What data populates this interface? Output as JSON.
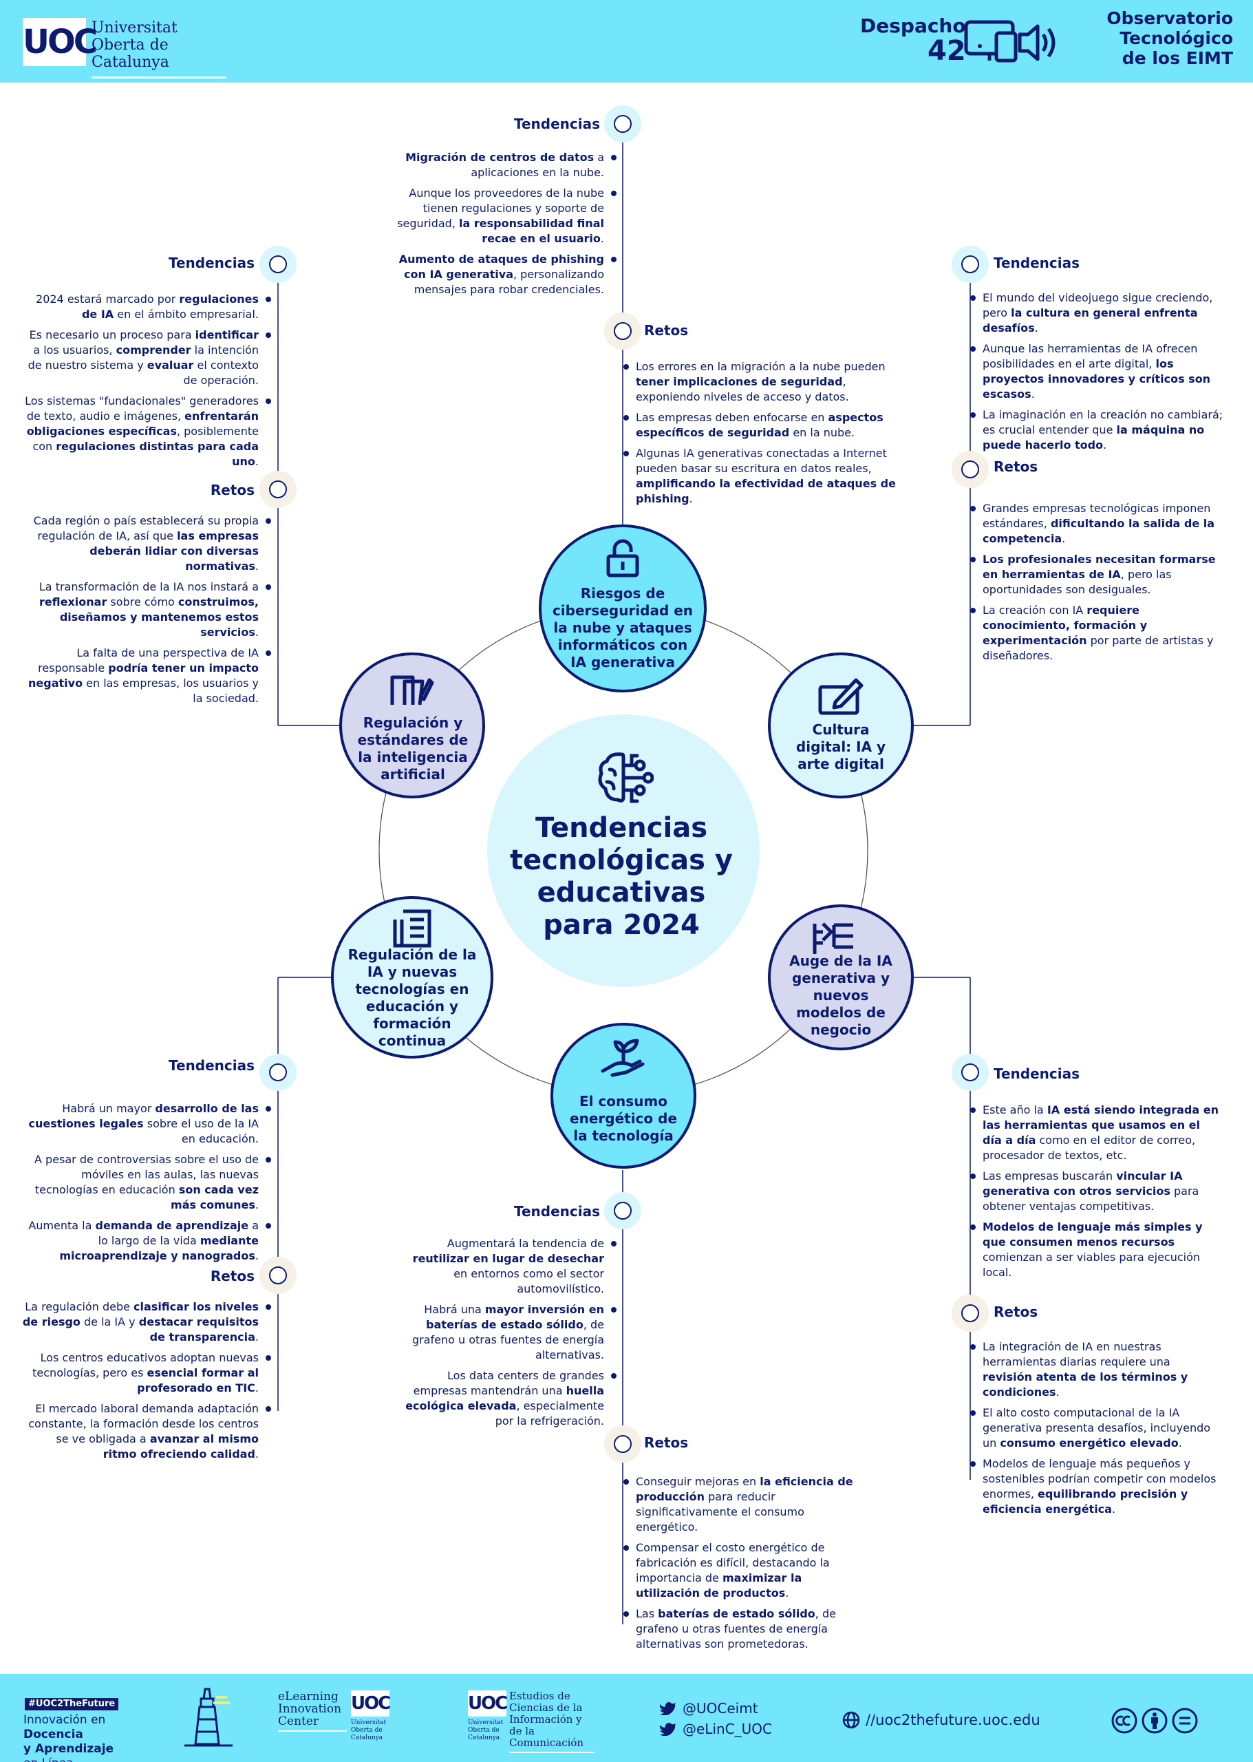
{
  "header": {
    "logo_mark": "UOC",
    "logo_name": "Universitat Oberta de Catalunya",
    "despacho_label": "Despacho",
    "despacho_number": "42",
    "observatorio": "Observatorio\nTecnológico\nde los EIMT"
  },
  "center": {
    "title": "Tendencias tecnológicas y educativas para 2024"
  },
  "nodes": {
    "ciber": "Riesgos de ciberseguridad en la nube y ataques informáticos con IA generativa",
    "cultura": "Cultura digital: IA y arte digital",
    "auge": "Auge de la IA generativa y nuevos modelos de negocio",
    "energia": "El consumo energético de la tecnología",
    "edu": "Regulación de la IA y nuevas tecnologías en educación y formación continua",
    "reg": "Regulación y estándares de la inteligencia artificial"
  },
  "labels": {
    "tendencias": "Tendencias",
    "retos": "Retos"
  },
  "blocks": {
    "ciber_tendencias": [
      [
        [
          "Migración de centros de datos",
          true
        ],
        [
          " a aplicaciones en la nube.",
          false
        ]
      ],
      [
        [
          "Aunque los proveedores de la nube tienen regulaciones y soporte de seguridad, ",
          false
        ],
        [
          "la responsabilidad final recae en el usuario",
          true
        ],
        [
          ".",
          false
        ]
      ],
      [
        [
          "Aumento de ataques de ",
          true
        ],
        [
          "phishing",
          true
        ],
        [
          " con IA generativa",
          true
        ],
        [
          ", personalizando mensajes para robar credenciales.",
          false
        ]
      ]
    ],
    "ciber_retos": [
      [
        [
          "Los errores en la migración a la nube pueden ",
          false
        ],
        [
          "tener implicaciones de seguridad",
          true
        ],
        [
          ", exponiendo niveles de acceso y datos.",
          false
        ]
      ],
      [
        [
          "Las empresas deben enfocarse en ",
          false
        ],
        [
          "aspectos específicos de seguridad",
          true
        ],
        [
          " en la nube.",
          false
        ]
      ],
      [
        [
          "Algunas IA generativas conectadas a Internet pueden basar su escritura en datos reales, ",
          false
        ],
        [
          "amplificando la efectividad de ataques de ",
          true
        ],
        [
          "phishing",
          true
        ],
        [
          ".",
          false
        ]
      ]
    ],
    "reg_tendencias": [
      [
        [
          "2024 estará marcado por ",
          false
        ],
        [
          "regulaciones de IA",
          true
        ],
        [
          " en el ámbito empresarial.",
          false
        ]
      ],
      [
        [
          "Es necesario un proceso para ",
          false
        ],
        [
          "identificar",
          true
        ],
        [
          " a los usuarios, ",
          false
        ],
        [
          "comprender",
          true
        ],
        [
          " la intención de nuestro sistema y ",
          false
        ],
        [
          "evaluar",
          true
        ],
        [
          " el contexto de operación.",
          false
        ]
      ],
      [
        [
          "Los sistemas \"fundacionales\" generadores de texto, audio e imágenes, ",
          false
        ],
        [
          "enfrentarán obligaciones específicas",
          true
        ],
        [
          ", posiblemente con ",
          false
        ],
        [
          "regulaciones distintas para cada uno",
          true
        ],
        [
          ".",
          false
        ]
      ]
    ],
    "reg_retos": [
      [
        [
          "Cada región o país establecerá su propia regulación de IA, así que ",
          false
        ],
        [
          "las empresas deberán lidiar con diversas normativas",
          true
        ],
        [
          ".",
          false
        ]
      ],
      [
        [
          "La transformación de la IA nos instará a ",
          false
        ],
        [
          "reflexionar",
          true
        ],
        [
          " sobre cómo ",
          false
        ],
        [
          "construimos, diseñamos y mantenemos estos servicios",
          true
        ],
        [
          ".",
          false
        ]
      ],
      [
        [
          "La falta de una perspectiva de IA responsable ",
          false
        ],
        [
          "podría tener un impacto negativo",
          true
        ],
        [
          " en las empresas, los usuarios y la sociedad.",
          false
        ]
      ]
    ],
    "cultura_tendencias": [
      [
        [
          "El mundo del videojuego sigue creciendo, pero ",
          false
        ],
        [
          "la cultura en general enfrenta desafíos",
          true
        ],
        [
          ".",
          false
        ]
      ],
      [
        [
          "Aunque las herramientas de IA ofrecen posibilidades en el arte digital, ",
          false
        ],
        [
          "los proyectos innovadores y críticos son escasos",
          true
        ],
        [
          ".",
          false
        ]
      ],
      [
        [
          "La imaginación en la creación no cambiará; es crucial entender que ",
          false
        ],
        [
          "la máquina no puede hacerlo todo",
          true
        ],
        [
          ".",
          false
        ]
      ]
    ],
    "cultura_retos": [
      [
        [
          "Grandes empresas tecnológicas imponen estándares, ",
          false
        ],
        [
          "dificultando la salida de la competencia",
          true
        ],
        [
          ".",
          false
        ]
      ],
      [
        [
          "Los profesionales necesitan formarse en herramientas de IA",
          true
        ],
        [
          ", pero las oportunidades son desiguales.",
          false
        ]
      ],
      [
        [
          "La creación con IA ",
          false
        ],
        [
          "requiere conocimiento, formación y experimentación",
          true
        ],
        [
          " por parte de artistas y diseñadores.",
          false
        ]
      ]
    ],
    "edu_tendencias": [
      [
        [
          "Habrá un mayor ",
          false
        ],
        [
          "desarrollo de las cuestiones legales",
          true
        ],
        [
          " sobre el uso de la IA en educación.",
          false
        ]
      ],
      [
        [
          "A pesar de controversias sobre el uso de móviles en las aulas, las nuevas tecnologías en educación ",
          false
        ],
        [
          "son cada vez más comunes",
          true
        ],
        [
          ".",
          false
        ]
      ],
      [
        [
          "Aumenta la ",
          false
        ],
        [
          "demanda de aprendizaje",
          true
        ],
        [
          " a lo largo de la vida ",
          false
        ],
        [
          "mediante microaprendizaje y nanogrados",
          true
        ],
        [
          ".",
          false
        ]
      ]
    ],
    "edu_retos": [
      [
        [
          "La regulación debe ",
          false
        ],
        [
          "clasificar los niveles de riesgo",
          true
        ],
        [
          " de la IA y ",
          false
        ],
        [
          "destacar requisitos de transparencia",
          true
        ],
        [
          ".",
          false
        ]
      ],
      [
        [
          "Los centros educativos adoptan nuevas tecnologías, pero es ",
          false
        ],
        [
          "esencial formar al profesorado en TIC",
          true
        ],
        [
          ".",
          false
        ]
      ],
      [
        [
          "El mercado laboral demanda adaptación constante, la formación desde los centros se ve obligada a ",
          false
        ],
        [
          "avanzar al mismo ritmo ofreciendo calidad",
          true
        ],
        [
          ".",
          false
        ]
      ]
    ],
    "energia_tendencias": [
      [
        [
          "Augmentará la tendencia de ",
          false
        ],
        [
          "reutilizar en lugar de desechar",
          true
        ],
        [
          " en entornos como el sector automovilístico.",
          false
        ]
      ],
      [
        [
          "Habrá una ",
          false
        ],
        [
          "mayor inversión en baterías de estado sólido",
          true
        ],
        [
          ", de grafeno u otras fuentes de energía alternativas.",
          false
        ]
      ],
      [
        [
          "Los data centers de grandes empresas mantendrán una ",
          false
        ],
        [
          "huella ecológica elevada",
          true
        ],
        [
          ", especialmente por la refrigeración.",
          false
        ]
      ]
    ],
    "energia_retos": [
      [
        [
          "Conseguir mejoras en ",
          false
        ],
        [
          "la eficiencia de producción",
          true
        ],
        [
          " para reducir significativamente el consumo energético.",
          false
        ]
      ],
      [
        [
          "Compensar el costo energético de fabricación es difícil, destacando la importancia de ",
          false
        ],
        [
          "maximizar la utilización de productos",
          true
        ],
        [
          ".",
          false
        ]
      ],
      [
        [
          "Las ",
          false
        ],
        [
          "baterías de estado sólido",
          true
        ],
        [
          ", de grafeno u otras fuentes de energía alternativas son prometedoras.",
          false
        ]
      ]
    ],
    "auge_tendencias": [
      [
        [
          "Este año la ",
          false
        ],
        [
          "IA está siendo integrada en las herramientas que usamos en el día a día",
          true
        ],
        [
          " como en el editor de correo, procesador de textos, etc.",
          false
        ]
      ],
      [
        [
          "Las empresas buscarán ",
          false
        ],
        [
          "vincular IA generativa con otros servicios",
          true
        ],
        [
          " para obtener ventajas competitivas.",
          false
        ]
      ],
      [
        [
          "Modelos de lenguaje más simples y que consumen menos recursos",
          true
        ],
        [
          " comienzan a ser viables para ejecución local.",
          false
        ]
      ]
    ],
    "auge_retos": [
      [
        [
          "La integración de IA en nuestras herramientas diarias requiere una ",
          false
        ],
        [
          "revisión atenta de los términos y condiciones",
          true
        ],
        [
          ".",
          false
        ]
      ],
      [
        [
          "El alto costo computacional de la IA generativa presenta desafíos, incluyendo un ",
          false
        ],
        [
          "consumo energético elevado",
          true
        ],
        [
          ".",
          false
        ]
      ],
      [
        [
          "Modelos de lenguaje más pequeños y sostenibles podrían competir con modelos enormes, ",
          false
        ],
        [
          "equilibrando precisión y eficiencia energética",
          true
        ],
        [
          ".",
          false
        ]
      ]
    ]
  },
  "footer": {
    "hashtag": "#UOC2TheFuture",
    "innovacion_1": "Innovación en ",
    "innovacion_bold_1": "Docencia",
    "innovacion_bold_2": "y Aprendizaje",
    "innovacion_3": "en Línea",
    "elearning": "eLearning Innovation Center",
    "uoc_small": "UOC",
    "uoc_small_name": "Universitat Oberta de Catalunya",
    "estudios": "Estudios de Ciencias de la Información y de la Comunicación",
    "twitter_1": "@UOCeimt",
    "twitter_2": "@eLinC_UOC",
    "web": "//uoc2thefuture.uoc.edu"
  },
  "colors": {
    "navy": "#0c1b6e",
    "cyan_header": "#74e6fb",
    "node_cyan": "#74e6fb",
    "node_lavender": "#d6d8f0",
    "center_fill": "#d8f6fc",
    "tend_dot": "#d8f6fc",
    "retos_dot": "#f5f1e6"
  }
}
